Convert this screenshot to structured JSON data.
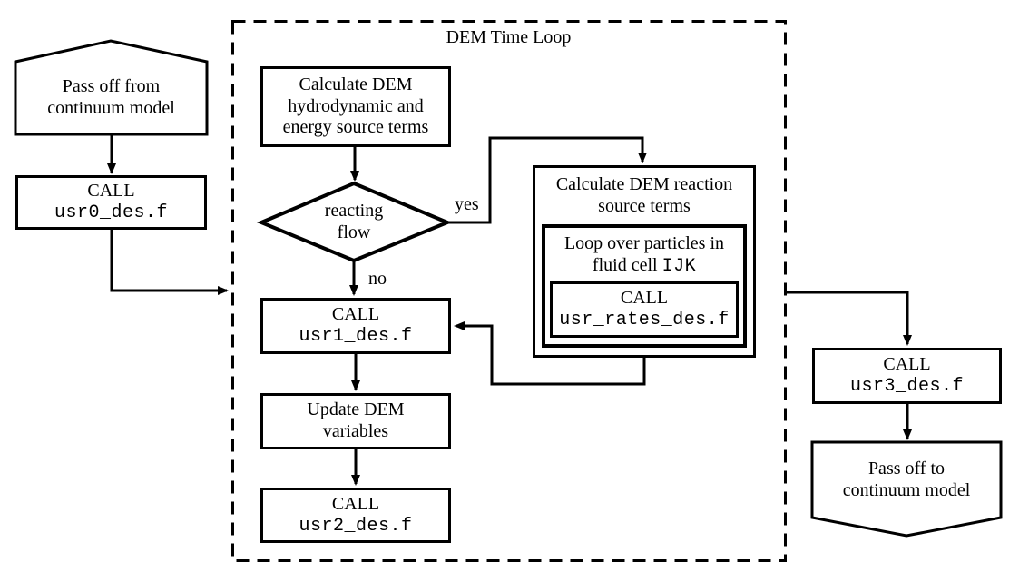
{
  "diagram": {
    "title": "DEM Time Loop",
    "colors": {
      "line": "#000000",
      "background": "#ffffff"
    },
    "nodes": {
      "pass_from": "Pass off from\ncontinuum model",
      "usr0_call": "CALL",
      "usr0_file": "usr0_des.f",
      "hydro": "Calculate DEM\nhydrodynamic and\nenergy source terms",
      "decision": "reacting\nflow",
      "usr1_call": "CALL",
      "usr1_file": "usr1_des.f",
      "update": "Update DEM\nvariables",
      "usr2_call": "CALL",
      "usr2_file": "usr2_des.f",
      "reaction": "Calculate DEM reaction\nsource terms",
      "loop_line1": "Loop over particles in",
      "loop_line2_text": "fluid cell",
      "loop_line2_code": "IJK",
      "rates_call": "CALL",
      "rates_file": "usr_rates_des.f",
      "usr3_call": "CALL",
      "usr3_file": "usr3_des.f",
      "pass_to": "Pass off to\ncontinuum model"
    },
    "edge_labels": {
      "yes": "yes",
      "no": "no"
    }
  }
}
